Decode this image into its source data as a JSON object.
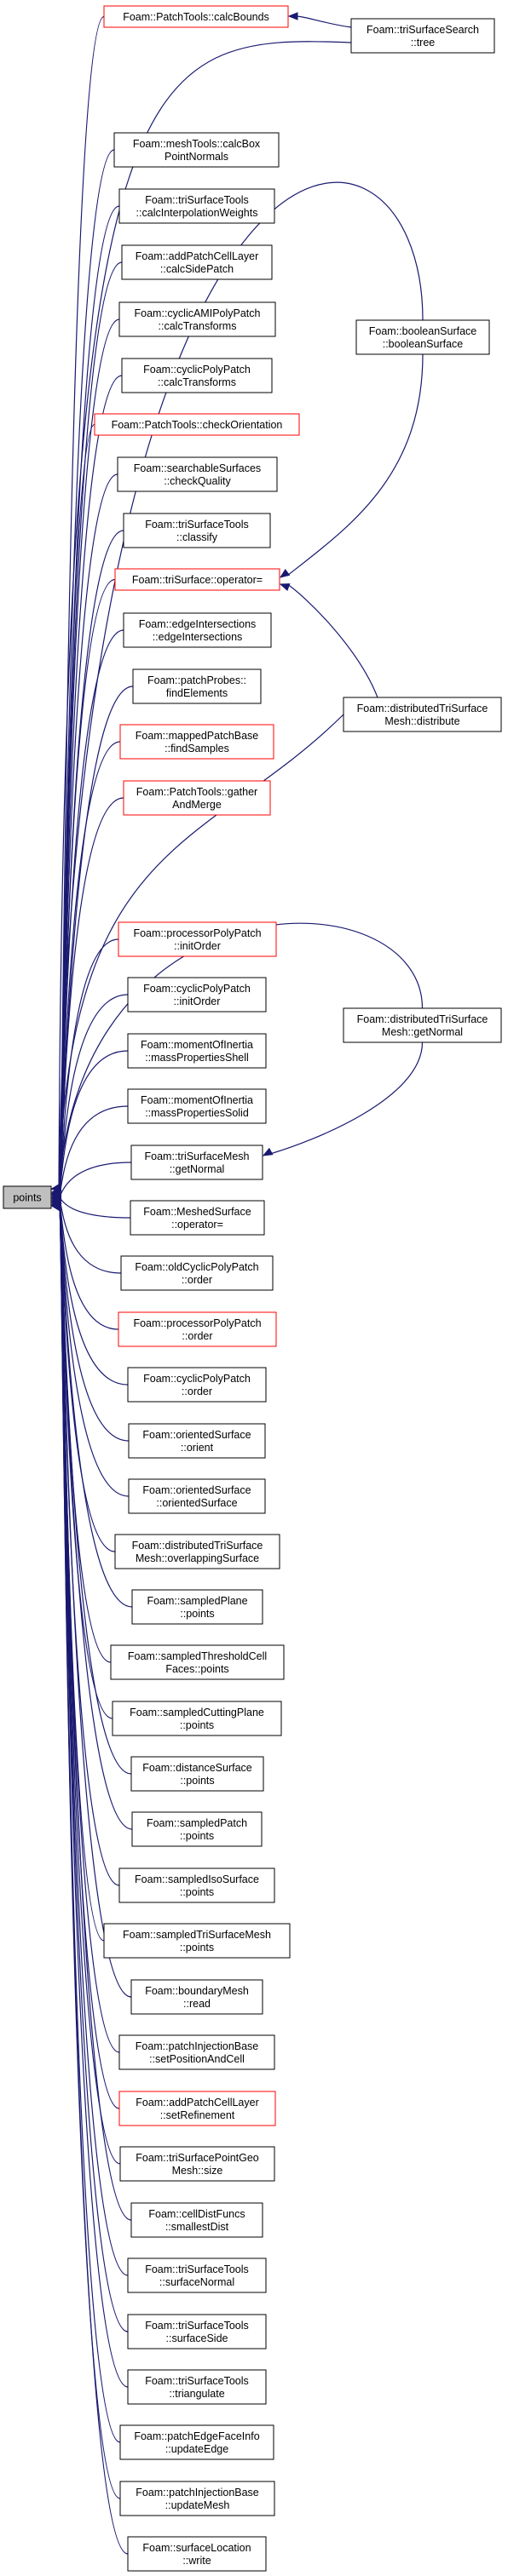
{
  "colors": {
    "edge": "#191970",
    "node_border": "#000000",
    "highlight_border": "#ff0000",
    "root_fill": "#bfbfbf"
  },
  "root": {
    "id": "points",
    "label": "points"
  },
  "callers": [
    {
      "id": "calcBounds",
      "lines": [
        "Foam::PatchTools::calcBounds"
      ],
      "red": true
    },
    {
      "id": "calcBoxPointNormals",
      "lines": [
        "Foam::meshTools::calcBox",
        "PointNormals"
      ],
      "red": false
    },
    {
      "id": "calcInterpolationWeights",
      "lines": [
        "Foam::triSurfaceTools",
        "::calcInterpolationWeights"
      ],
      "red": false
    },
    {
      "id": "calcSidePatch",
      "lines": [
        "Foam::addPatchCellLayer",
        "::calcSidePatch"
      ],
      "red": false
    },
    {
      "id": "calcTransformsAMI",
      "lines": [
        "Foam::cyclicAMIPolyPatch",
        "::calcTransforms"
      ],
      "red": false
    },
    {
      "id": "calcTransformsCyclic",
      "lines": [
        "Foam::cyclicPolyPatch",
        "::calcTransforms"
      ],
      "red": false
    },
    {
      "id": "checkOrientation",
      "lines": [
        "Foam::PatchTools::checkOrientation"
      ],
      "red": true
    },
    {
      "id": "checkQuality",
      "lines": [
        "Foam::searchableSurfaces",
        "::checkQuality"
      ],
      "red": false
    },
    {
      "id": "classify",
      "lines": [
        "Foam::triSurfaceTools",
        "::classify"
      ],
      "red": false
    },
    {
      "id": "operatorEq",
      "lines": [
        "Foam::triSurface::operator="
      ],
      "red": true
    },
    {
      "id": "edgeIntersections",
      "lines": [
        "Foam::edgeIntersections",
        "::edgeIntersections"
      ],
      "red": false
    },
    {
      "id": "findElements",
      "lines": [
        "Foam::patchProbes::",
        "findElements"
      ],
      "red": false
    },
    {
      "id": "findSamples",
      "lines": [
        "Foam::mappedPatchBase",
        "::findSamples"
      ],
      "red": true
    },
    {
      "id": "gatherAndMerge",
      "lines": [
        "Foam::PatchTools::gather",
        "AndMerge"
      ],
      "red": true
    },
    {
      "id": "initOrderProc",
      "lines": [
        "Foam::processorPolyPatch",
        "::initOrder"
      ],
      "red": true
    },
    {
      "id": "initOrderCyclic",
      "lines": [
        "Foam::cyclicPolyPatch",
        "::initOrder"
      ],
      "red": false
    },
    {
      "id": "massPropertiesShell",
      "lines": [
        "Foam::momentOfInertia",
        "::massPropertiesShell"
      ],
      "red": false
    },
    {
      "id": "massPropertiesSolid",
      "lines": [
        "Foam::momentOfInertia",
        "::massPropertiesSolid"
      ],
      "red": false
    },
    {
      "id": "getNormalMesh",
      "lines": [
        "Foam::triSurfaceMesh",
        "::getNormal"
      ],
      "red": false
    },
    {
      "id": "meshedOperator",
      "lines": [
        "Foam::MeshedSurface",
        "::operator="
      ],
      "red": false
    },
    {
      "id": "orderOldCyclic",
      "lines": [
        "Foam::oldCyclicPolyPatch",
        "::order"
      ],
      "red": false
    },
    {
      "id": "orderProc",
      "lines": [
        "Foam::processorPolyPatch",
        "::order"
      ],
      "red": true
    },
    {
      "id": "orderCyclic",
      "lines": [
        "Foam::cyclicPolyPatch",
        "::order"
      ],
      "red": false
    },
    {
      "id": "orient",
      "lines": [
        "Foam::orientedSurface",
        "::orient"
      ],
      "red": false
    },
    {
      "id": "orientedSurface",
      "lines": [
        "Foam::orientedSurface",
        "::orientedSurface"
      ],
      "red": false
    },
    {
      "id": "overlappingSurface",
      "lines": [
        "Foam::distributedTriSurface",
        "Mesh::overlappingSurface"
      ],
      "red": false
    },
    {
      "id": "sampledPlanePoints",
      "lines": [
        "Foam::sampledPlane",
        "::points"
      ],
      "red": false
    },
    {
      "id": "sampledThresholdPoints",
      "lines": [
        "Foam::sampledThresholdCell",
        "Faces::points"
      ],
      "red": false
    },
    {
      "id": "sampledCuttingPlanePoints",
      "lines": [
        "Foam::sampledCuttingPlane",
        "::points"
      ],
      "red": false
    },
    {
      "id": "distanceSurfacePoints",
      "lines": [
        "Foam::distanceSurface",
        "::points"
      ],
      "red": false
    },
    {
      "id": "sampledPatchPoints",
      "lines": [
        "Foam::sampledPatch",
        "::points"
      ],
      "red": false
    },
    {
      "id": "sampledIsoSurfacePoints",
      "lines": [
        "Foam::sampledIsoSurface",
        "::points"
      ],
      "red": false
    },
    {
      "id": "sampledTriSurfaceMeshPoints",
      "lines": [
        "Foam::sampledTriSurfaceMesh",
        "::points"
      ],
      "red": false
    },
    {
      "id": "boundaryMeshRead",
      "lines": [
        "Foam::boundaryMesh",
        "::read"
      ],
      "red": false
    },
    {
      "id": "setPositionAndCell",
      "lines": [
        "Foam::patchInjectionBase",
        "::setPositionAndCell"
      ],
      "red": false
    },
    {
      "id": "setRefinement",
      "lines": [
        "Foam::addPatchCellLayer",
        "::setRefinement"
      ],
      "red": true
    },
    {
      "id": "triSurfacePointGeoMeshSize",
      "lines": [
        "Foam::triSurfacePointGeo",
        "Mesh::size"
      ],
      "red": false
    },
    {
      "id": "smallestDist",
      "lines": [
        "Foam::cellDistFuncs",
        "::smallestDist"
      ],
      "red": false
    },
    {
      "id": "surfaceNormal",
      "lines": [
        "Foam::triSurfaceTools",
        "::surfaceNormal"
      ],
      "red": false
    },
    {
      "id": "surfaceSide",
      "lines": [
        "Foam::triSurfaceTools",
        "::surfaceSide"
      ],
      "red": false
    },
    {
      "id": "triangulate",
      "lines": [
        "Foam::triSurfaceTools",
        "::triangulate"
      ],
      "red": false
    },
    {
      "id": "updateEdge",
      "lines": [
        "Foam::patchEdgeFaceInfo",
        "::updateEdge"
      ],
      "red": false
    },
    {
      "id": "updateMesh",
      "lines": [
        "Foam::patchInjectionBase",
        "::updateMesh"
      ],
      "red": false
    },
    {
      "id": "surfaceLocationWrite",
      "lines": [
        "Foam::surfaceLocation",
        "::write"
      ],
      "red": false
    }
  ],
  "secondary": [
    {
      "id": "triSurfaceSearchTree",
      "lines": [
        "Foam::triSurfaceSearch",
        "::tree"
      ],
      "red": false
    },
    {
      "id": "booleanSurface",
      "lines": [
        "Foam::booleanSurface",
        "::booleanSurface"
      ],
      "red": false
    },
    {
      "id": "distribute",
      "lines": [
        "Foam::distributedTriSurface",
        "Mesh::distribute"
      ],
      "red": false
    },
    {
      "id": "getNormalDist",
      "lines": [
        "Foam::distributedTriSurface",
        "Mesh::getNormal"
      ],
      "red": false
    }
  ]
}
